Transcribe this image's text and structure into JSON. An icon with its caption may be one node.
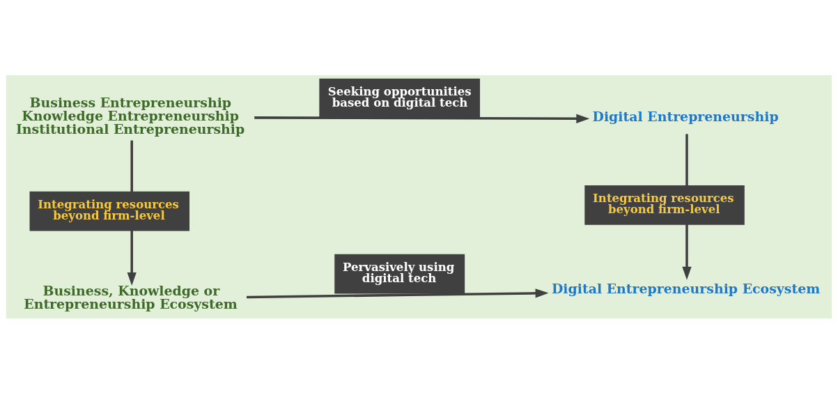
{
  "diagram": {
    "nodes": [
      {
        "text": [
          "Business, Knowledge or Entrepreneurship Ecosystem"
        ]
      },
      {
        "text": [
          "Digital Entrepreneurship Ecosystem"
        ]
      },
      {
        "text": [
          "Business Entrepreneurship",
          "Knowledge Entrepreneurship",
          "Institutional Entrepreneurship"
        ]
      },
      {
        "text": [
          "Digital Entrepreneurship"
        ]
      }
    ],
    "edges": [
      {
        "from": 2,
        "to": 0,
        "arrow": "to",
        "label": "Integrating resources beyond firm-level"
      },
      {
        "from": 0,
        "to": 1,
        "arrow": "to",
        "label": "Pervasively using digital tech"
      },
      {
        "from": 2,
        "to": 3,
        "arrow": "to",
        "label": "Seeking opportunities based on digital tech"
      },
      {
        "from": 3,
        "to": 1,
        "arrow": "to",
        "label": "Integrating resources beyond firm-level"
      }
    ]
  }
}
